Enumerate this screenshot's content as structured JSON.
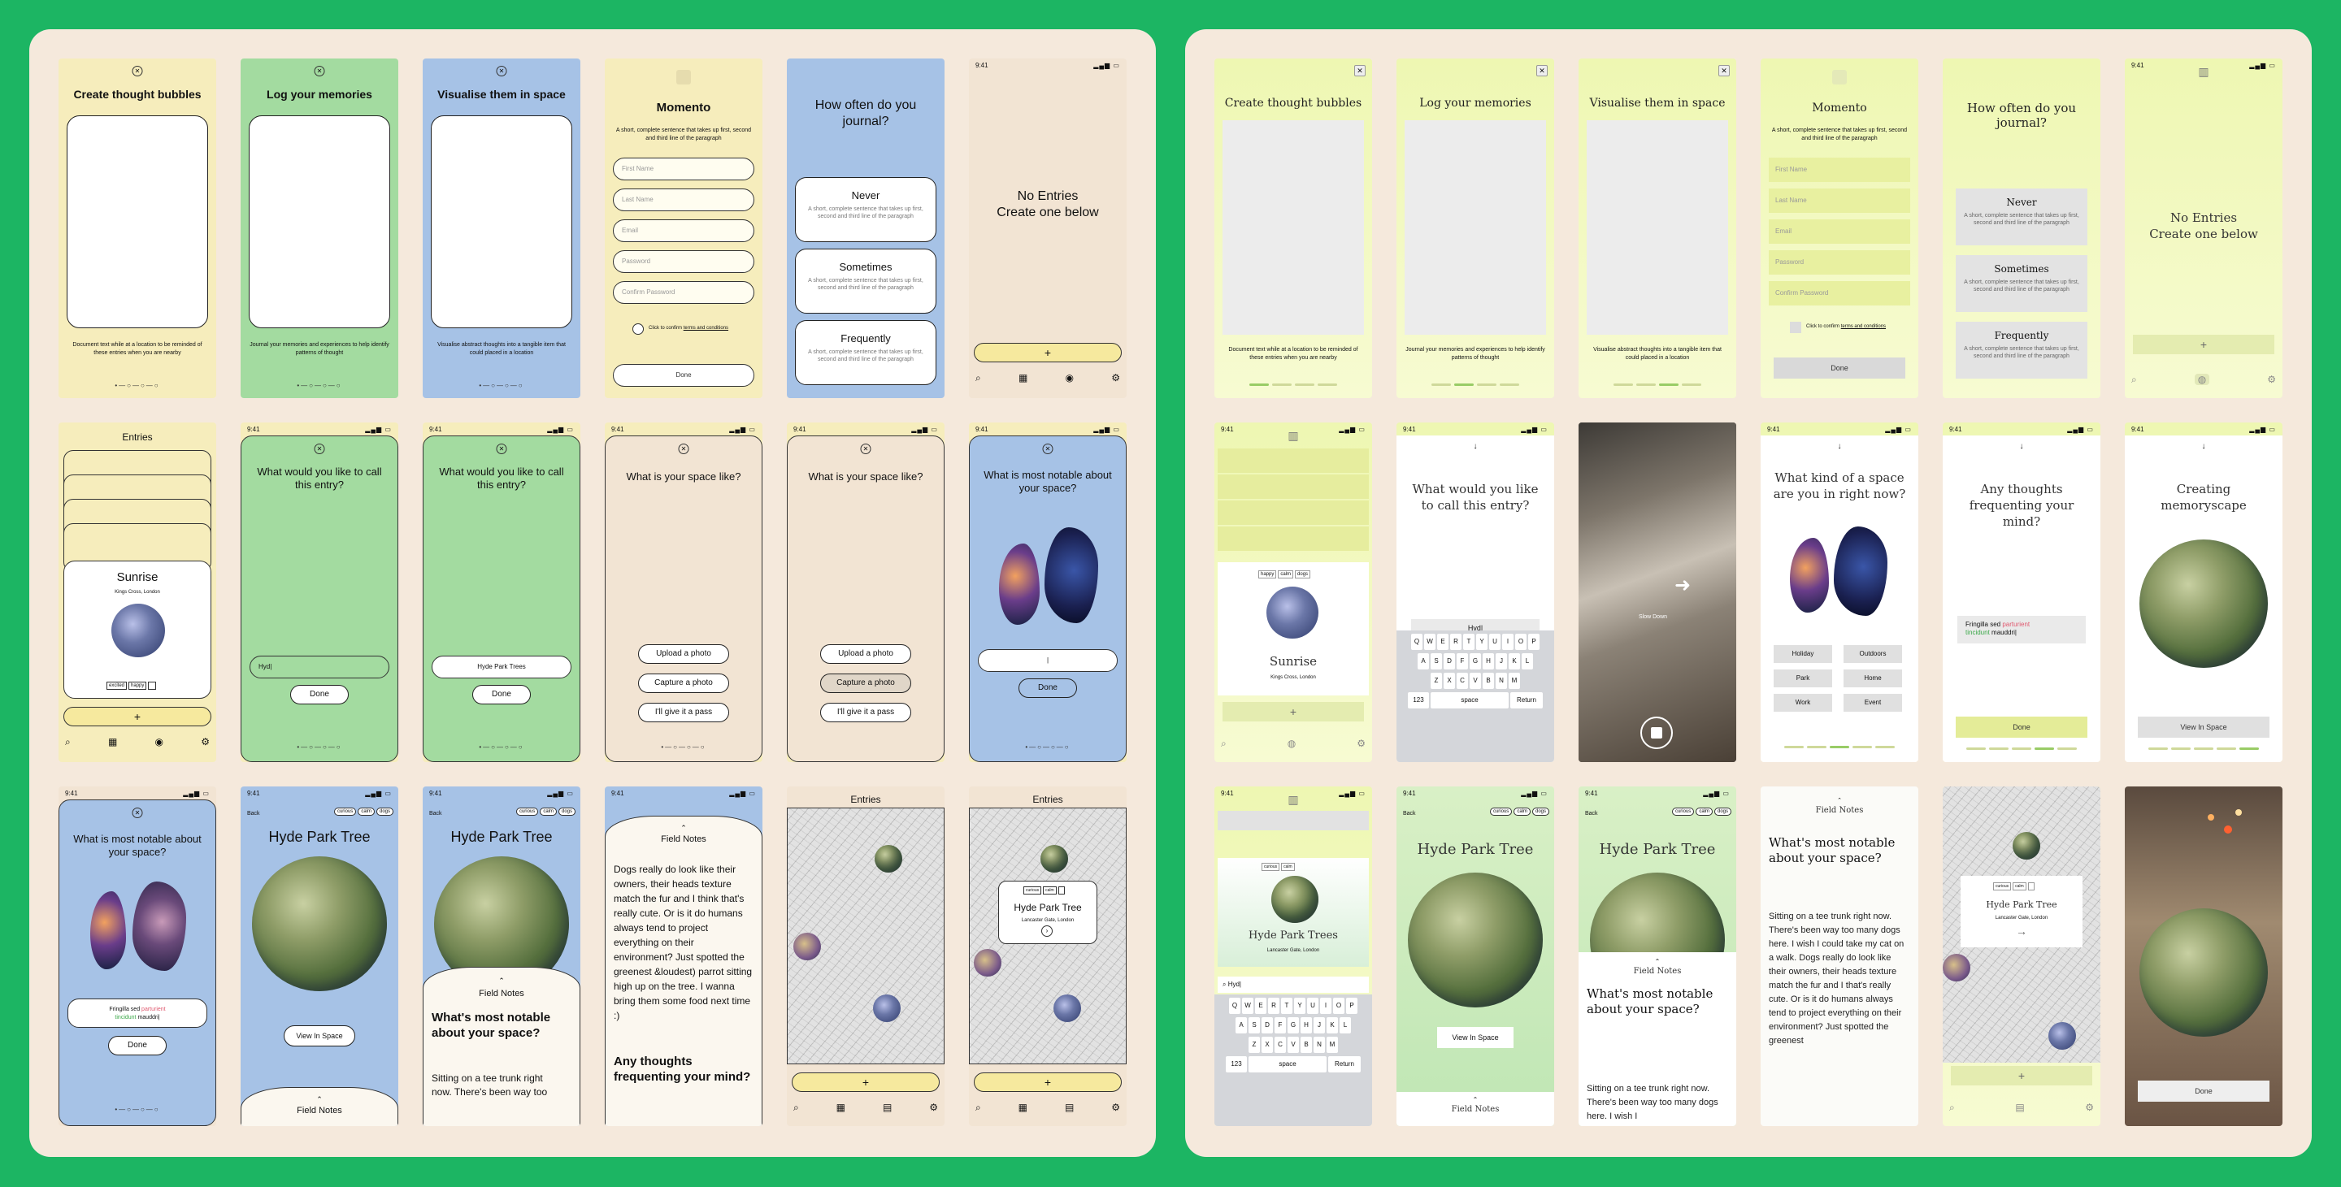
{
  "onboarding": {
    "create_title": "Create thought bubbles",
    "create_caption": "Document text while at a location to be reminded of these entries when you are nearby",
    "log_title": "Log your memories",
    "log_caption": "Journal your memories and experiences to help identify patterns of thought",
    "visualise_title": "Visualise them in space",
    "visualise_caption": "Visualise abstract thoughts into a tangible item that could placed in a location",
    "dots": "•—○—○—○"
  },
  "signup": {
    "app_name": "Momento",
    "subtitle": "A short, complete sentence that takes up first, second and third line of the paragraph",
    "first_name": "First Name",
    "last_name": "Last Name",
    "email": "Email",
    "password": "Password",
    "confirm_password": "Confirm Password",
    "terms_prefix": "Click to confirm ",
    "terms_link": "terms and conditions",
    "done": "Done"
  },
  "frequency": {
    "question": "How often do you journal?",
    "option_desc": "A short, complete sentence that takes up first, second and third line of the paragraph",
    "never": "Never",
    "sometimes": "Sometimes",
    "frequently": "Frequently"
  },
  "empty": {
    "line1": "No Entries",
    "line2": "Create one below",
    "time": "9:41",
    "plus": "+"
  },
  "entries": {
    "title": "Entries",
    "sunrise": "Sunrise",
    "sunrise_loc": "Kings Cross, London",
    "tag_excited": "excited",
    "tag_happy": "happy",
    "tag_happy_r": "happy",
    "tag_calm": "calm",
    "tag_dogs": "dogs",
    "hpt_loc_title": "Hyde Park Trees",
    "hpt_loc": "Lancaster Gate, London",
    "search_val": "Hyd|"
  },
  "flow": {
    "call_entry": "What would you like to call this entry?",
    "hyd_input": "Hyd|",
    "hyde_input": "Hyde Park Trees",
    "done": "Done",
    "space_like": "What is your space like?",
    "upload": "Upload a photo",
    "capture": "Capture a photo",
    "pass": "I'll give it a pass",
    "notable": "What is most notable about your space?",
    "cursor": "|",
    "fringilla_a": "Fringilla sed ",
    "fringilla_b": "parturient ",
    "fringilla_c": "tincidunt ",
    "fringilla_d": "mauddri|",
    "view_space": "View In Space"
  },
  "right": {
    "kind_space": "What kind of a space are you in right now?",
    "holiday": "Holiday",
    "outdoors": "Outdoors",
    "park": "Park",
    "home": "Home",
    "work": "Work",
    "event": "Event",
    "thoughts": "Any thoughts frequenting your mind?",
    "creating": "Creating memoryscape",
    "slow_down": "Slow Down"
  },
  "detail": {
    "back": "Back",
    "tag_curious": "curious",
    "tag_calm": "calm",
    "tag_dogs": "dogs",
    "title": "Hyde Park Tree",
    "field_notes": "Field Notes",
    "notable_q": "What's most notable about your space?",
    "notes_body": "Dogs really do look like their owners, their heads texture match the fur and I think that's really cute. Or is it do humans always tend to project everything on their environment? Just spotted the greenest &loudest) parrot sitting high up on the tree. I wanna bring them some food next time :)",
    "thoughts_q": "Any thoughts frequenting your mind?",
    "sitting": "Sitting on a tee trunk right now. There's been way too many dogs here. I wish I",
    "sitting_long": "Sitting on a tee trunk right now. There's been way too many dogs here. I wish I could take my cat on a walk. Dogs really do look like their owners, their heads texture match the fur and I that's really cute. Or is it do humans always tend to project everything on their environment? Just spotted the greenest",
    "sitting_a": "Sitting on a tee trunk right",
    "sitting_b": "now. There's been way too"
  },
  "map": {
    "title": "Entries",
    "popup_title": "Hyde Park Tree",
    "popup_loc": "Lancaster Gate, London",
    "arrow": "→",
    "tag_a": "curious",
    "tag_b": "calm"
  },
  "kb": {
    "row1": [
      "Q",
      "W",
      "E",
      "R",
      "T",
      "Y",
      "U",
      "I",
      "O",
      "P"
    ],
    "row2": [
      "A",
      "S",
      "D",
      "F",
      "G",
      "H",
      "J",
      "K",
      "L"
    ],
    "row3": [
      "Z",
      "X",
      "C",
      "V",
      "B",
      "N",
      "M"
    ],
    "space": "space",
    "ret": "Return",
    "num": "123"
  },
  "icons": {
    "close": "close-icon",
    "search": "search-icon",
    "map": "map-icon",
    "user": "user-icon",
    "settings": "gear-icon",
    "globe": "globe-icon",
    "down": "chevron-down-icon",
    "up": "chevron-up-icon",
    "stop": "stop-icon"
  },
  "colors": {
    "bg": "#1cb563",
    "board": "#f5e9dc",
    "yellow": "#f6edbc",
    "green": "#a3dba0",
    "blue": "#a6c2e6",
    "lime": "#eef7b2"
  }
}
